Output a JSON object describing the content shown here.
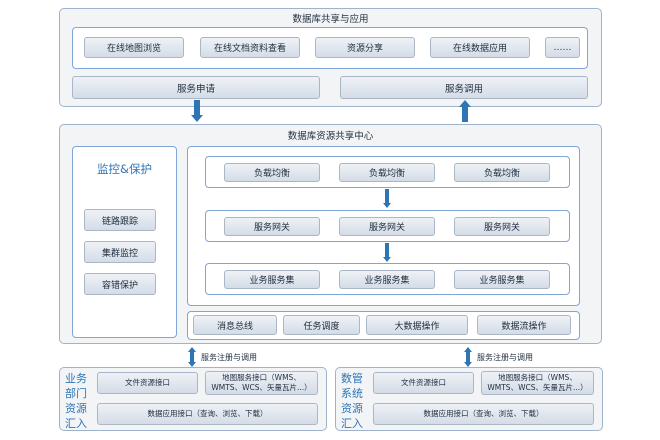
{
  "top": {
    "title": "数据库共享与应用",
    "apps": [
      "在线地图浏览",
      "在线文档资料查看",
      "资源分享",
      "在线数据应用",
      "……"
    ],
    "service_apply": "服务申请",
    "service_call": "服务调用"
  },
  "center": {
    "title": "数据库资源共享中心",
    "monitor": {
      "title": "监控&保护",
      "items": [
        "链路跟踪",
        "集群监控",
        "容错保护"
      ]
    },
    "load_balance": [
      "负载均衡",
      "负载均衡",
      "负载均衡"
    ],
    "gateway": [
      "服务网关",
      "服务网关",
      "服务网关"
    ],
    "business_cluster": [
      "业务服务集",
      "业务服务集",
      "业务服务集"
    ],
    "bottom_row": [
      "消息总线",
      "任务调度",
      "大数据操作",
      "数据流操作"
    ]
  },
  "connectors": {
    "left_label": "服务注册与调用",
    "right_label": "服务注册与调用"
  },
  "left_source": {
    "title_lines": [
      "业务",
      "部门",
      "资源",
      "汇入"
    ],
    "file_api": "文件资源接口",
    "map_api": "地图服务接口（WMS、WMTS、WCS、矢量瓦片...）",
    "data_api": "数据应用接口（查询、浏览、下载）"
  },
  "right_source": {
    "title_lines": [
      "数管",
      "系统",
      "资源",
      "汇入"
    ],
    "file_api": "文件资源接口",
    "map_api": "地图服务接口（WMS、WMTS、WCS、矢量瓦片...）",
    "data_api": "数据应用接口（查询、浏览、下载）"
  }
}
